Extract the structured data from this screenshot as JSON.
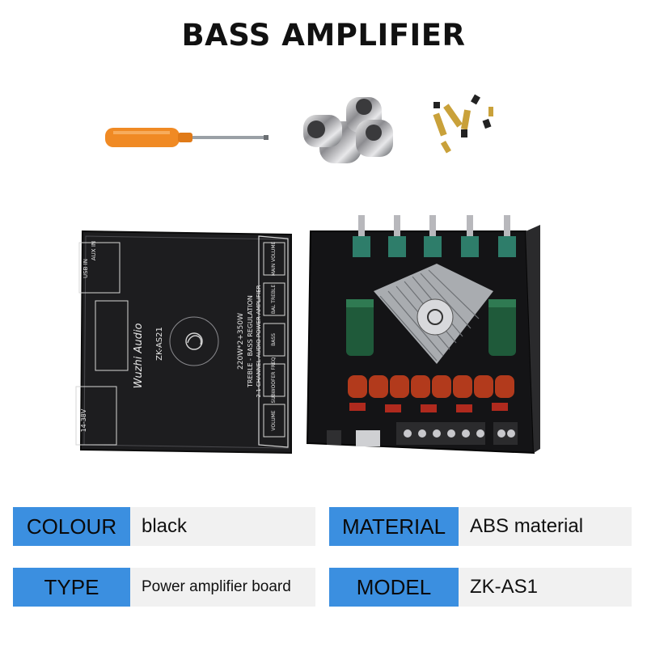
{
  "title": "BASS AMPLIFIER",
  "specs": {
    "colour": {
      "label": "COLOUR",
      "value": "black"
    },
    "material": {
      "label": "MATERIAL",
      "value": "ABS material"
    },
    "type": {
      "label": "TYPE",
      "value": "Power amplifier board"
    },
    "model": {
      "label": "MODEL",
      "value": "ZK-AS1"
    }
  },
  "board": {
    "brand": "Wuzhi Audio",
    "model": "ZK-AS21",
    "power": "220W*2+350W",
    "line1": "TREBLE - BASS REGULATION",
    "line2": "2.1 CHANNEL AUDIO POWER AMPLIFIER",
    "voltage": "14-38V",
    "usb": "USB IN",
    "aux": "AUX IN",
    "knobs": [
      "MAIN VOLUME",
      "BAL TREBLE",
      "BASS",
      "SUBWOOFER FREQ",
      "VOLUME"
    ]
  },
  "colors": {
    "accent": "#3b8fe0",
    "value_bg": "#f1f1f1",
    "panel": "#1d1d1f",
    "pcb": "#141416",
    "inductor": "#b23a1c",
    "screwdriver": "#f08a24"
  }
}
